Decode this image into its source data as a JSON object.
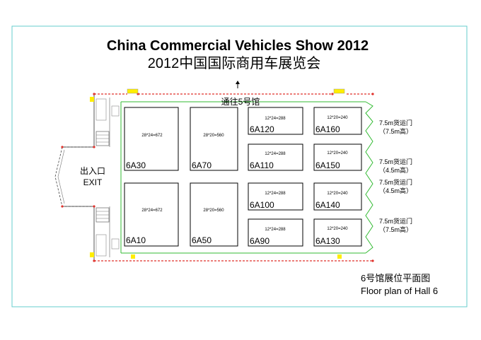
{
  "title_en": "China Commercial Vehicles Show 2012",
  "title_cn": "2012中国国际商用车展览会",
  "passage_label": "通往5号馆",
  "exit_label_cn": "出入口",
  "exit_label_en": "EXIT",
  "plan_caption_cn": "6号馆展位平面图",
  "plan_caption_en": "Floor plan of Hall 6",
  "colors": {
    "outer_border": "#66cccc",
    "hall_wall": "#e0312b",
    "green_wall": "#33bb33",
    "yellow_marker": "#ffee00",
    "booth_line": "#000000"
  },
  "booths": [
    {
      "id": "6A30",
      "size": "28*24=672"
    },
    {
      "id": "6A70",
      "size": "28*20=560"
    },
    {
      "id": "6A10",
      "size": "28*24=672"
    },
    {
      "id": "6A50",
      "size": "28*20=560"
    },
    {
      "id": "6A120",
      "size": "12*24=288"
    },
    {
      "id": "6A160",
      "size": "12*20=240"
    },
    {
      "id": "6A110",
      "size": "12*24=288"
    },
    {
      "id": "6A150",
      "size": "12*20=240"
    },
    {
      "id": "6A100",
      "size": "12*24=288"
    },
    {
      "id": "6A140",
      "size": "12*20=240"
    },
    {
      "id": "6A90",
      "size": "12*24=288"
    },
    {
      "id": "6A130",
      "size": "12*20=240"
    }
  ],
  "doors": [
    {
      "line1": "7.5m货运门",
      "line2": "（7.5m高）"
    },
    {
      "line1": "7.5m货运门",
      "line2": "（4.5m高）"
    },
    {
      "line1": "7.5m货运门",
      "line2": "（4.5m高）"
    },
    {
      "line1": "7.5m货运门",
      "line2": "（7.5m高）"
    }
  ]
}
